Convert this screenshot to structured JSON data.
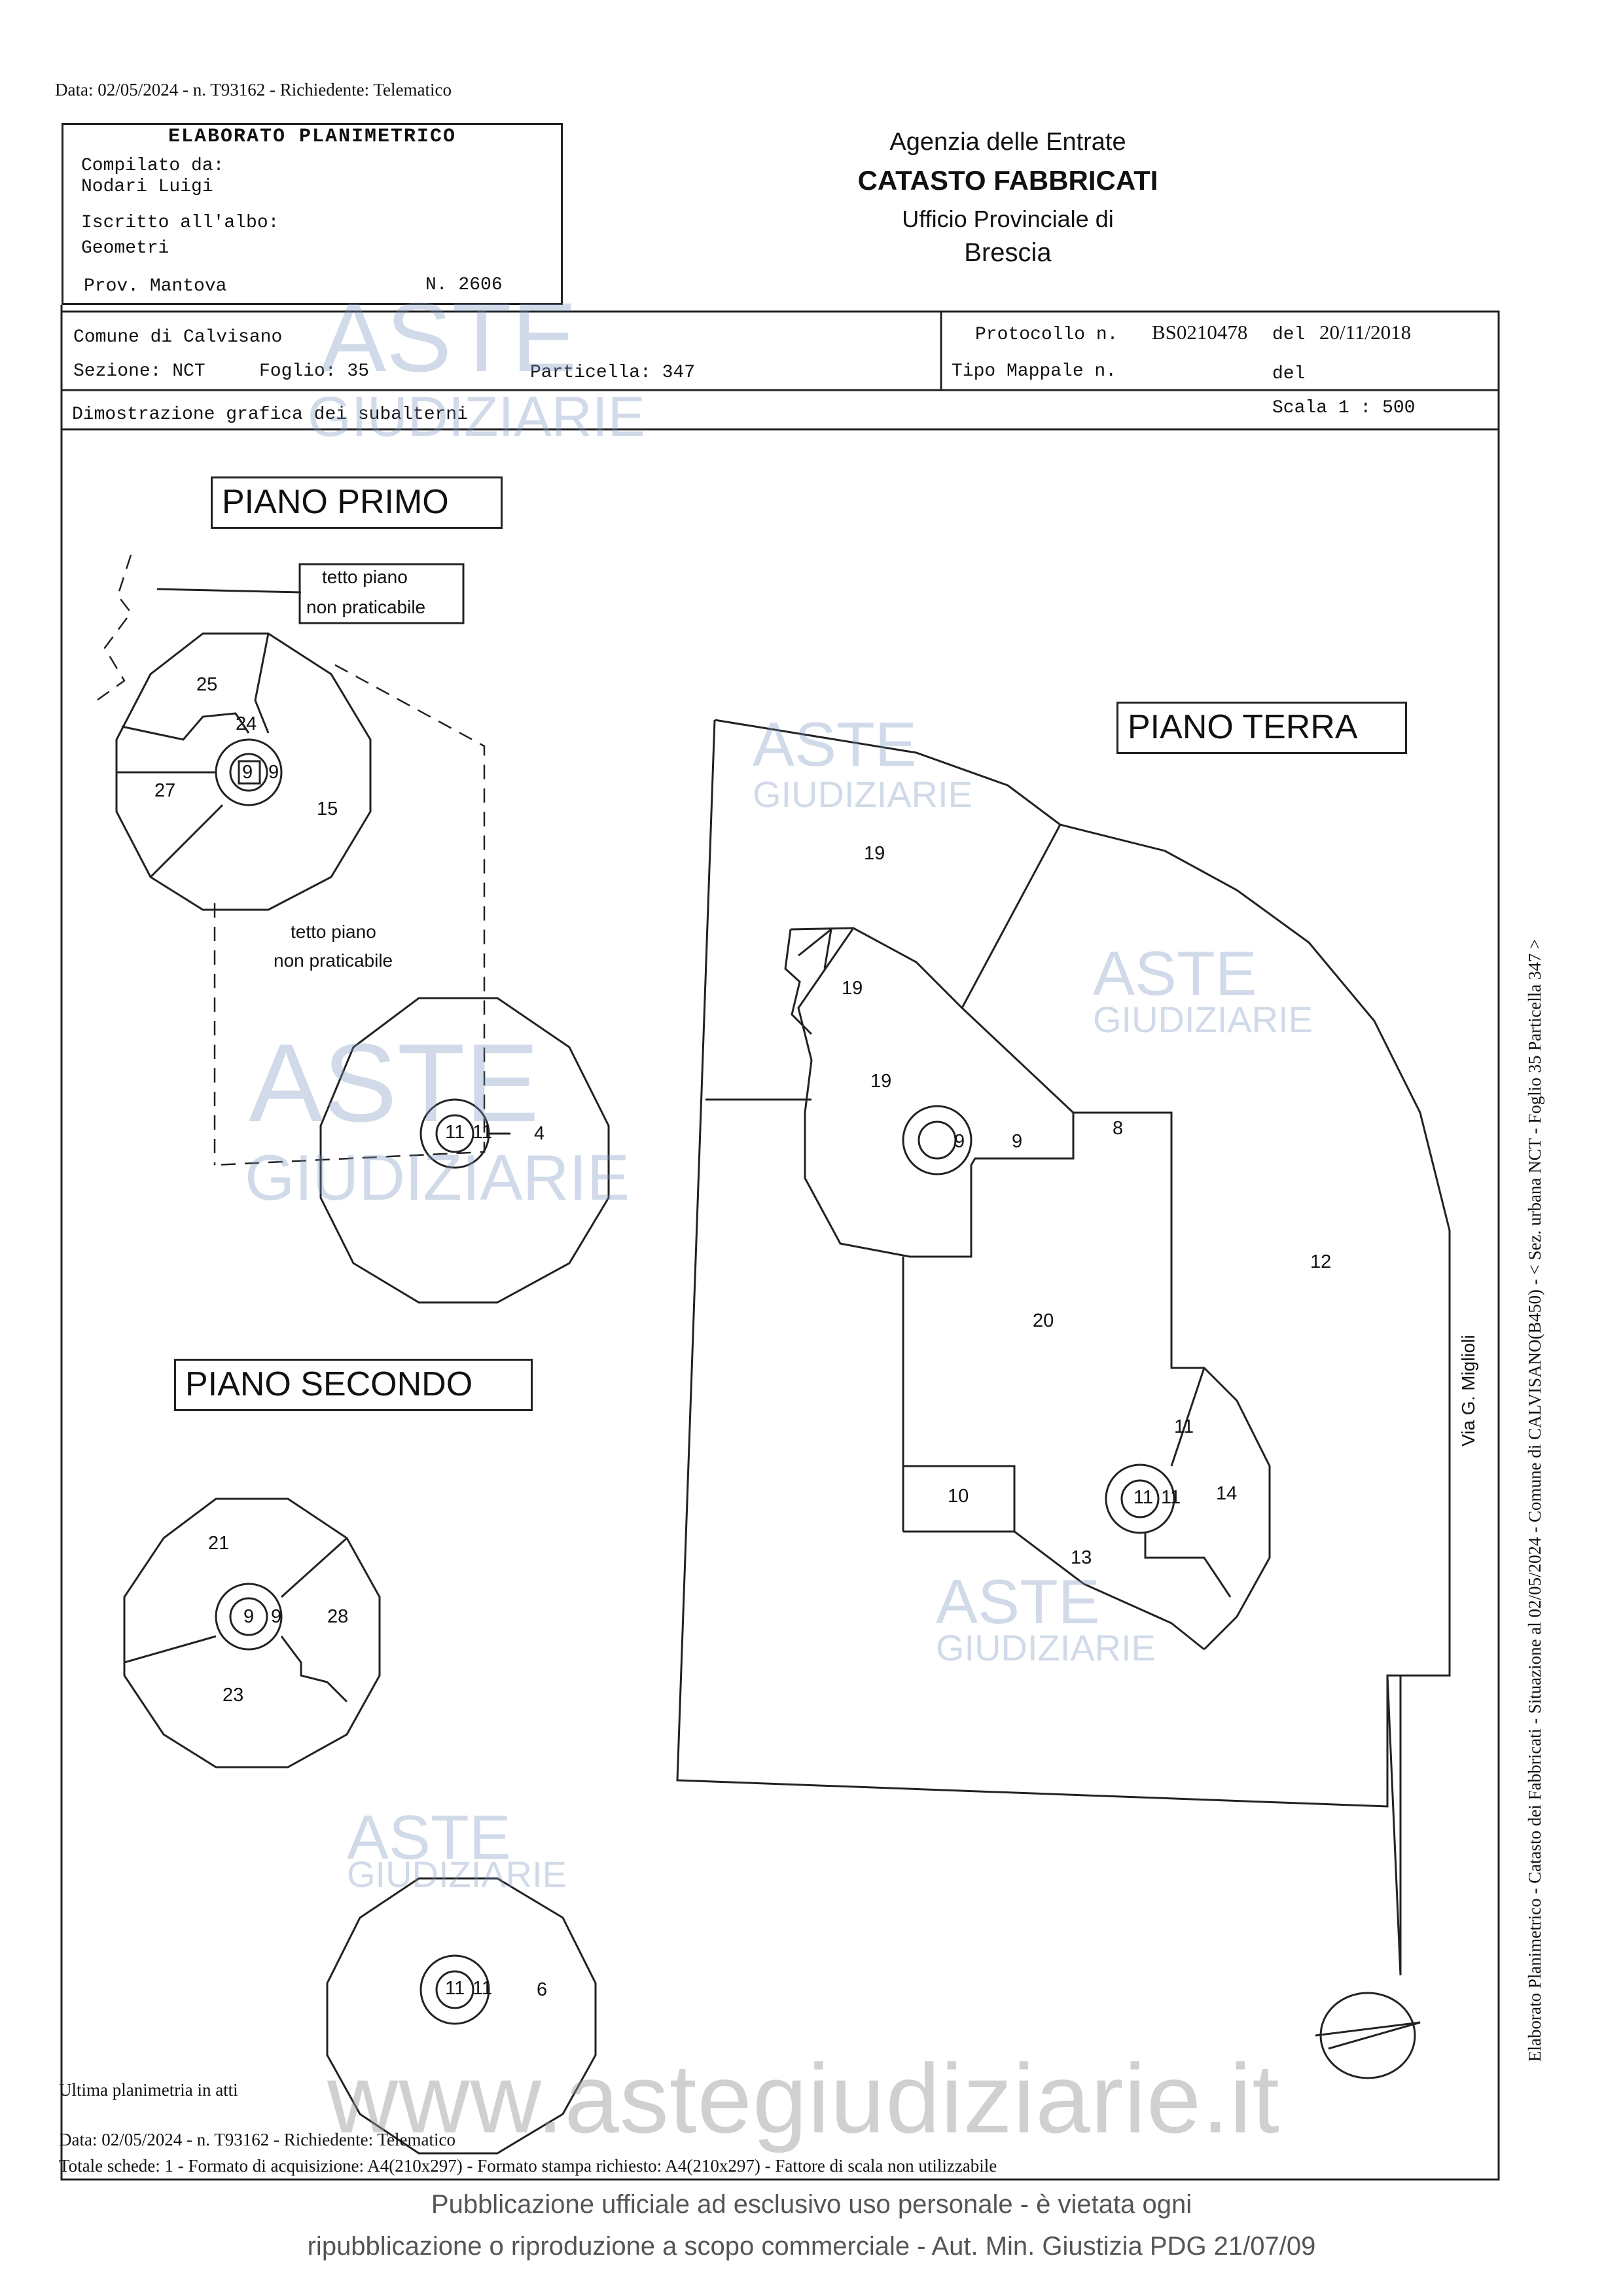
{
  "header": {
    "date_line": "Data: 02/05/2024 - n. T93162 - Richiedente: Telematico",
    "title": "ELABORATO PLANIMETRICO",
    "compilato_label": "Compilato da:",
    "compilato_name": "Nodari Luigi",
    "iscritto_label": "Iscritto all'albo:",
    "iscritto_value": "Geometri",
    "prov": "Prov. Mantova",
    "numero": "N. 2606"
  },
  "agency": {
    "line1": "Agenzia delle Entrate",
    "line2": "CATASTO FABBRICATI",
    "line3": "Ufficio Provinciale di",
    "line4": "Brescia"
  },
  "info": {
    "comune": "Comune di Calvisano",
    "sezione": "Sezione: NCT",
    "foglio": "Foglio: 35",
    "particella": "Particella: 347",
    "protocollo_label": "Protocollo n.",
    "protocollo_value": "BS0210478",
    "del1_label": "del",
    "del1_value": "20/11/2018",
    "tipo_mappale": "Tipo Mappale n.",
    "del2_label": "del",
    "dimostrazione": "Dimostrazione grafica dei subalterni",
    "scala": "Scala 1 : 500"
  },
  "floors": {
    "primo": "PIANO PRIMO",
    "terra": "PIANO TERRA",
    "secondo": "PIANO SECONDO"
  },
  "notes": {
    "tetto1_a": "tetto piano",
    "tetto1_b": "non praticabile",
    "tetto2_a": "tetto piano",
    "tetto2_b": "non praticabile",
    "via": "Via G. Miglioli"
  },
  "units": {
    "p1_25": "25",
    "p1_24": "24",
    "p1_27": "27",
    "p1_15": "15",
    "p1_9a": "9",
    "p1_9b": "9",
    "p1t_11a": "11",
    "p1t_11b": "11",
    "p1t_4": "4",
    "pt_19a": "19",
    "pt_19b": "19",
    "pt_19c": "19",
    "pt_9a": "9",
    "pt_9b": "9",
    "pt_8": "8",
    "pt_12": "12",
    "pt_20": "20",
    "pt_11": "11",
    "pt_11a": "11",
    "pt_11b": "11",
    "pt_14": "14",
    "pt_10": "10",
    "pt_13": "13",
    "p2_21": "21",
    "p2_9a": "9",
    "p2_9b": "9",
    "p2_28": "28",
    "p2_23": "23",
    "p2t_11a": "11",
    "p2t_11b": "11",
    "p2t_6": "6"
  },
  "watermark": {
    "aste": "ASTE",
    "giudiziarie": "GIUDIZIARIE",
    "url": "www.astegiudiziarie.it"
  },
  "footer": {
    "ultima": "Ultima planimetria in atti",
    "date_line": "Data: 02/05/2024 - n. T93162 - Richiedente: Telematico",
    "totale": "Totale schede: 1 - Formato di acquisizione: A4(210x297)  - Formato stampa richiesto: A4(210x297) - Fattore di scala non utilizzabile",
    "side": "Elaborato Planimetrico - Catasto dei Fabbricati - Situazione al 02/05/2024 - Comune di CALVISANO(B450) - < Sez. urbana NCT - Foglio 35 Particella 347 >",
    "pub1": "Pubblicazione ufficiale ad esclusivo uso personale - è vietata ogni",
    "pub2": "ripubblicazione o riproduzione a scopo commerciale - Aut. Min. Giustizia PDG 21/07/09"
  }
}
